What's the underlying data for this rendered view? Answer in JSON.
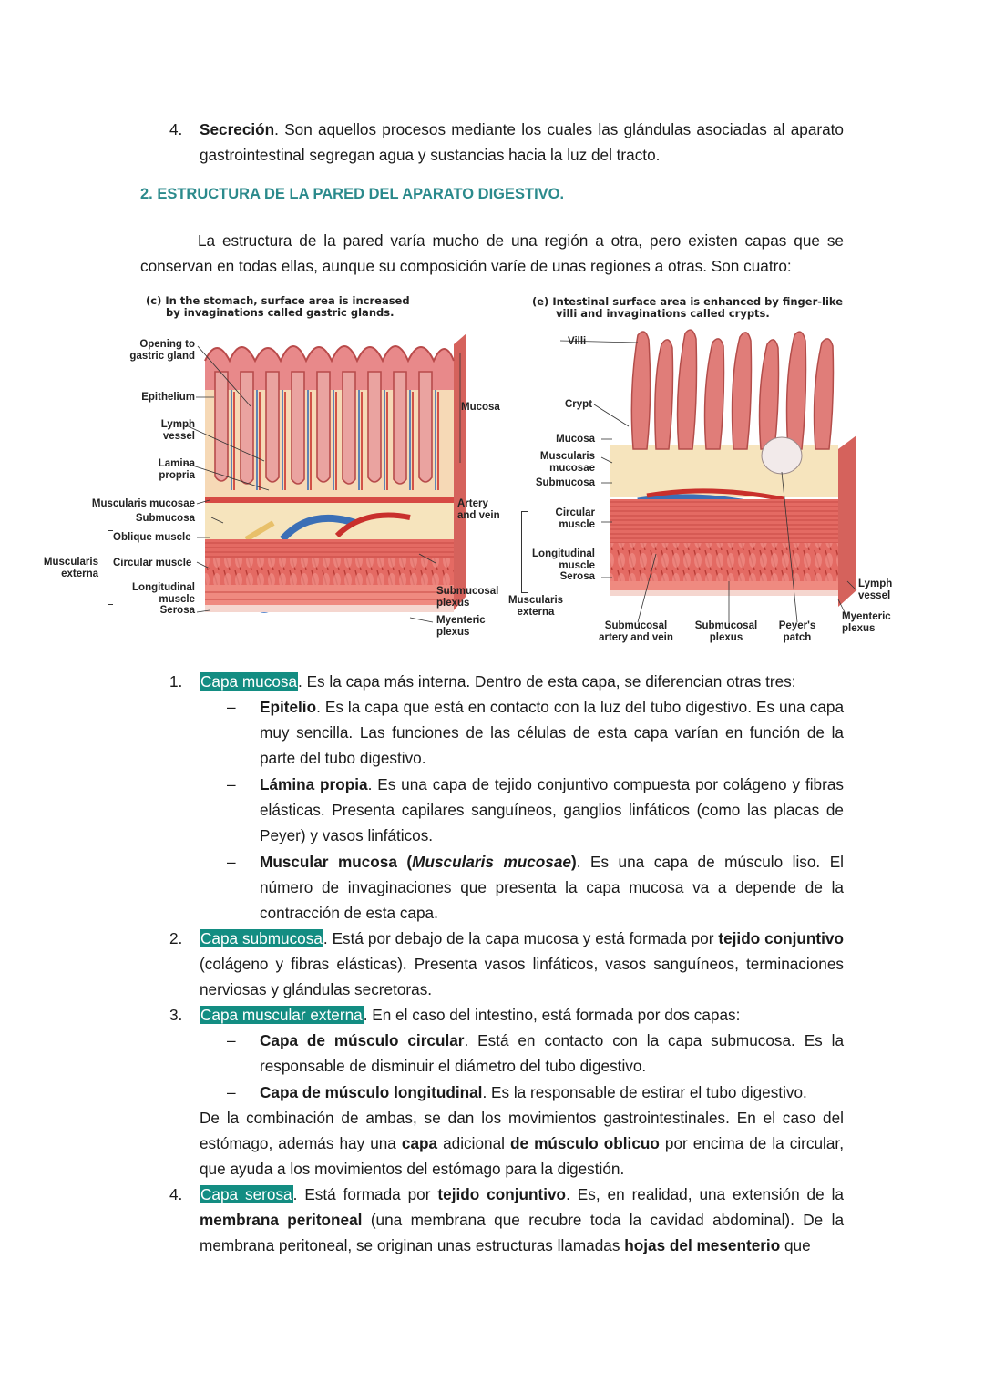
{
  "intro_item": {
    "num": "4.",
    "term": "Secreción",
    "rest": ". Son aquellos procesos mediante los cuales las glándulas asociadas al aparato gastrointestinal segregan agua y sustancias hacia la luz del tracto."
  },
  "section_heading": "2. ESTRUCTURA DE LA PARED DEL APARATO DIGESTIVO.",
  "section_paragraph": "La estructura de la pared varía mucho de una región a otra, pero existen capas que se conservan en todas ellas, aunque su composición varíe de unas regiones a otras. Son cuatro:",
  "figure": {
    "stomach": {
      "title_line1": "(c) In the stomach, surface area is increased",
      "title_line2": "by invaginations called gastric glands.",
      "labels": {
        "opening_1": "Opening to",
        "opening_2": "gastric gland",
        "epithelium": "Epithelium",
        "lymph_1": "Lymph",
        "lymph_2": "vessel",
        "lamina_1": "Lamina",
        "lamina_2": "propria",
        "muscularis_mucosae": "Muscularis mucosae",
        "submucosa": "Submucosa",
        "oblique": "Oblique muscle",
        "circular": "Circular muscle",
        "muscularis_ext_1": "Muscularis",
        "muscularis_ext_2": "externa",
        "longitudinal_1": "Longitudinal",
        "longitudinal_2": "muscle",
        "serosa": "Serosa",
        "mucosa": "Mucosa",
        "artery_1": "Artery",
        "artery_2": "and vein",
        "submucosal_1": "Submucosal",
        "submucosal_2": "plexus",
        "myenteric_1": "Myenteric",
        "myenteric_2": "plexus"
      }
    },
    "intestine": {
      "title_line1": "(e) Intestinal surface area is enhanced by finger-like",
      "title_line2": "villi and invaginations called crypts.",
      "labels": {
        "villi": "Villi",
        "crypt": "Crypt",
        "mucosa": "Mucosa",
        "musc_mucosae_1": "Muscularis",
        "musc_mucosae_2": "mucosae",
        "submucosa": "Submucosa",
        "circular_1": "Circular",
        "circular_2": "muscle",
        "longitudinal_1": "Longitudinal",
        "longitudinal_2": "muscle",
        "serosa": "Serosa",
        "musc_ext_1": "Muscularis",
        "musc_ext_2": "externa",
        "sub_artery_1": "Submucosal",
        "sub_artery_2": "artery and vein",
        "sub_plexus_1": "Submucosal",
        "sub_plexus_2": "plexus",
        "peyer_1": "Peyer's",
        "peyer_2": "patch",
        "lymph_1": "Lymph",
        "lymph_2": "vessel",
        "myenteric_1": "Myenteric",
        "myenteric_2": "plexus"
      }
    }
  },
  "items": [
    {
      "num": "1.",
      "highlight": "Capa mucosa",
      "text": ". Es la capa más interna. Dentro de esta capa, se diferencian otras tres:",
      "subitems": [
        {
          "dash": "–",
          "term": "Epitelio",
          "text": ". Es la capa que está en contacto con la luz del tubo digestivo. Es una capa muy sencilla. Las funciones de las células de esta capa varían en función de la parte del tubo digestivo."
        },
        {
          "dash": "–",
          "term": "Lámina propia",
          "text": ". Es una capa de tejido conjuntivo compuesta por colágeno y fibras elásticas. Presenta capilares sanguíneos, ganglios linfáticos (como las placas de Peyer) y vasos linfáticos."
        },
        {
          "dash": "–",
          "term": "Muscular mucosa (",
          "term_italic": "Muscularis mucosae",
          "term_end": ")",
          "text": ". Es una capa de músculo liso. El número de invaginaciones que presenta la capa mucosa va a depende de la contracción de esta capa."
        }
      ]
    },
    {
      "num": "2.",
      "highlight": "Capa submucosa",
      "text_a": ". Está por debajo de la capa mucosa y está formada por ",
      "bold_a": "tejido conjuntivo",
      "text_b": " (colágeno y fibras elásticas). Presenta vasos linfáticos, vasos sanguíneos, terminaciones nerviosas y glándulas secretoras."
    },
    {
      "num": "3.",
      "highlight": "Capa muscular externa",
      "text": ". En el caso del intestino, está formada por dos capas:",
      "subitems": [
        {
          "dash": "–",
          "term": "Capa de músculo circular",
          "text": ". Está en contacto con la capa submucosa. Es la responsable de disminuir el diámetro del tubo digestivo."
        },
        {
          "dash": "–",
          "term": "Capa de músculo longitudinal",
          "text": ". Es la responsable de estirar el tubo digestivo."
        }
      ],
      "after_a": "De la combinación de ambas, se dan los movimientos gastrointestinales. En el caso del estómago, además hay una ",
      "after_b1": "capa",
      "after_c": " adicional ",
      "after_b2": "de músculo oblicuo",
      "after_d": " por encima de la circular, que ayuda a los movimientos del estómago para la digestión."
    },
    {
      "num": "4.",
      "highlight": "Capa serosa",
      "text_a": ". Está formada por ",
      "bold_a": "tejido conjuntivo",
      "text_b": ". Es, en realidad, una extensión de la ",
      "bold_b": "membrana peritoneal",
      "text_c": " (una membrana que recubre toda la cavidad abdominal). De la membrana peritoneal, se originan unas estructuras llamadas ",
      "bold_c": "hojas del mesenterio",
      "text_d": " que"
    }
  ],
  "colors": {
    "heading": "#2b8a8c",
    "highlight": "#138d82",
    "mucosa": "#e8a0a0",
    "submucosa": "#f5e2b8",
    "muscle": "#d9534f",
    "artery": "#c9302c",
    "vein": "#3b6fb6"
  }
}
